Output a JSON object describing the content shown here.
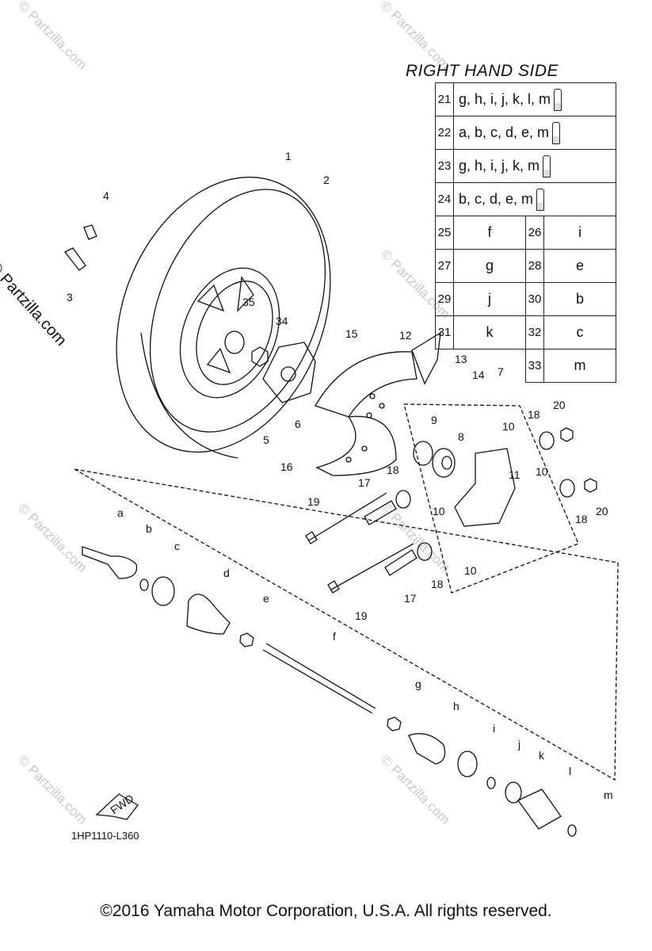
{
  "watermark": "© Partzilla.com",
  "side_watermark": "© Partzilla.com",
  "right_hand_side": {
    "title": "RIGHT HAND SIDE",
    "rows_wide": [
      {
        "num": "21",
        "text": "g, h, i, j, k, l, m"
      },
      {
        "num": "22",
        "text": "a, b, c, d, e, m"
      },
      {
        "num": "23",
        "text": "g, h, i, j, k, m"
      },
      {
        "num": "24",
        "text": "b, c, d, e, m"
      }
    ],
    "rows_pair": [
      {
        "n1": "25",
        "v1": "f",
        "n2": "26",
        "v2": "i"
      },
      {
        "n1": "27",
        "v1": "g",
        "n2": "28",
        "v2": "e"
      },
      {
        "n1": "29",
        "v1": "j",
        "n2": "30",
        "v2": "b"
      },
      {
        "n1": "31",
        "v1": "k",
        "n2": "32",
        "v2": "c"
      },
      {
        "n1": "",
        "v1": "",
        "n2": "33",
        "v2": "m"
      }
    ]
  },
  "callouts": {
    "c1": "1",
    "c2": "2",
    "c3": "3",
    "c4": "4",
    "c5": "5",
    "c6": "6",
    "c7": "7",
    "c8": "8",
    "c9": "9",
    "c10a": "10",
    "c10b": "10",
    "c10c": "10",
    "c10d": "10",
    "c11": "11",
    "c12": "12",
    "c13": "13",
    "c14": "14",
    "c15": "15",
    "c16": "16",
    "c17a": "17",
    "c17b": "17",
    "c18a": "18",
    "c18b": "18",
    "c18c": "18",
    "c18d": "18",
    "c19a": "19",
    "c19b": "19",
    "c20a": "20",
    "c20b": "20",
    "c34": "34",
    "c35": "35",
    "ca": "a",
    "cb": "b",
    "cc": "c",
    "cd": "d",
    "ce": "e",
    "cf": "f",
    "cg": "g",
    "ch": "h",
    "ci": "i",
    "cj": "j",
    "ck": "k",
    "cl": "l",
    "cm": "m"
  },
  "fwd_label": "FWD",
  "diagram_code": "1HP1110-L360",
  "copyright": "©2016  Yamaha Motor Corporation, U.S.A. All rights reserved."
}
